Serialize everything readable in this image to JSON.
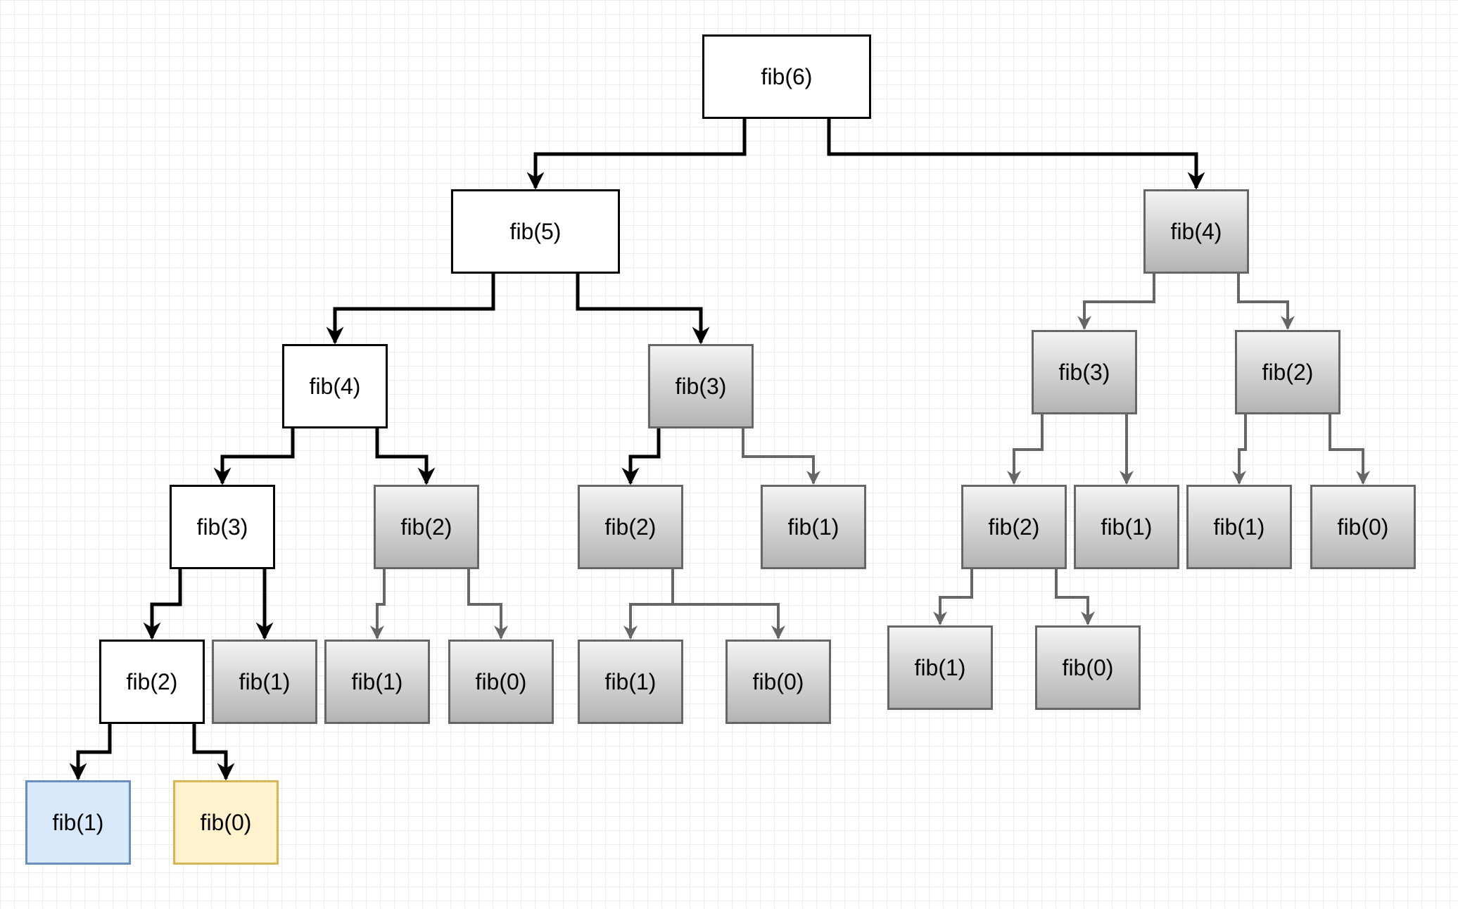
{
  "diagram": {
    "nodes": [
      {
        "id": "n6",
        "label": "fib(6)",
        "style": "white"
      },
      {
        "id": "n5",
        "label": "fib(5)",
        "style": "white"
      },
      {
        "id": "r4",
        "label": "fib(4)",
        "style": "gray"
      },
      {
        "id": "l4",
        "label": "fib(4)",
        "style": "white"
      },
      {
        "id": "m3",
        "label": "fib(3)",
        "style": "gray"
      },
      {
        "id": "rr3",
        "label": "fib(3)",
        "style": "gray"
      },
      {
        "id": "rr2",
        "label": "fib(2)",
        "style": "gray"
      },
      {
        "id": "l3",
        "label": "fib(3)",
        "style": "white"
      },
      {
        "id": "lg2",
        "label": "fib(2)",
        "style": "gray"
      },
      {
        "id": "m2",
        "label": "fib(2)",
        "style": "gray"
      },
      {
        "id": "m1",
        "label": "fib(1)",
        "style": "gray"
      },
      {
        "id": "r2a",
        "label": "fib(2)",
        "style": "gray"
      },
      {
        "id": "r1a",
        "label": "fib(1)",
        "style": "gray"
      },
      {
        "id": "r1b",
        "label": "fib(1)",
        "style": "gray"
      },
      {
        "id": "r0b",
        "label": "fib(0)",
        "style": "gray"
      },
      {
        "id": "l2",
        "label": "fib(2)",
        "style": "white"
      },
      {
        "id": "l1",
        "label": "fib(1)",
        "style": "gray"
      },
      {
        "id": "lg1",
        "label": "fib(1)",
        "style": "gray"
      },
      {
        "id": "lg0",
        "label": "fib(0)",
        "style": "gray"
      },
      {
        "id": "m21",
        "label": "fib(1)",
        "style": "gray"
      },
      {
        "id": "m20",
        "label": "fib(0)",
        "style": "gray"
      },
      {
        "id": "r21",
        "label": "fib(1)",
        "style": "gray"
      },
      {
        "id": "r20",
        "label": "fib(0)",
        "style": "gray"
      },
      {
        "id": "b1",
        "label": "fib(1)",
        "style": "blue"
      },
      {
        "id": "b0",
        "label": "fib(0)",
        "style": "yellow"
      }
    ],
    "edges": [
      {
        "from": "n6",
        "to": "n5",
        "style": "black"
      },
      {
        "from": "n6",
        "to": "r4",
        "style": "black"
      },
      {
        "from": "n5",
        "to": "l4",
        "style": "black"
      },
      {
        "from": "n5",
        "to": "m3",
        "style": "black"
      },
      {
        "from": "l4",
        "to": "l3",
        "style": "black"
      },
      {
        "from": "l4",
        "to": "lg2",
        "style": "black"
      },
      {
        "from": "l3",
        "to": "l2",
        "style": "black"
      },
      {
        "from": "l3",
        "to": "l1",
        "style": "black"
      },
      {
        "from": "l2",
        "to": "b1",
        "style": "black"
      },
      {
        "from": "l2",
        "to": "b0",
        "style": "black"
      },
      {
        "from": "m3",
        "to": "m2",
        "style": "black"
      },
      {
        "from": "m3",
        "to": "m1",
        "style": "gray"
      },
      {
        "from": "lg2",
        "to": "lg1",
        "style": "gray"
      },
      {
        "from": "lg2",
        "to": "lg0",
        "style": "gray"
      },
      {
        "from": "m2",
        "to": "m21",
        "style": "gray"
      },
      {
        "from": "m2",
        "to": "m20",
        "style": "gray"
      },
      {
        "from": "r4",
        "to": "rr3",
        "style": "gray"
      },
      {
        "from": "r4",
        "to": "rr2",
        "style": "gray"
      },
      {
        "from": "rr3",
        "to": "r2a",
        "style": "gray"
      },
      {
        "from": "rr3",
        "to": "r1a",
        "style": "gray"
      },
      {
        "from": "rr2",
        "to": "r1b",
        "style": "gray"
      },
      {
        "from": "rr2",
        "to": "r0b",
        "style": "gray"
      },
      {
        "from": "r2a",
        "to": "r21",
        "style": "gray"
      },
      {
        "from": "r2a",
        "to": "r20",
        "style": "gray"
      }
    ],
    "colors": {
      "black_stroke": "#000000",
      "gray_stroke": "#666666",
      "blue_fill": "#dae8fc",
      "yellow_fill": "#fff2cc"
    }
  }
}
